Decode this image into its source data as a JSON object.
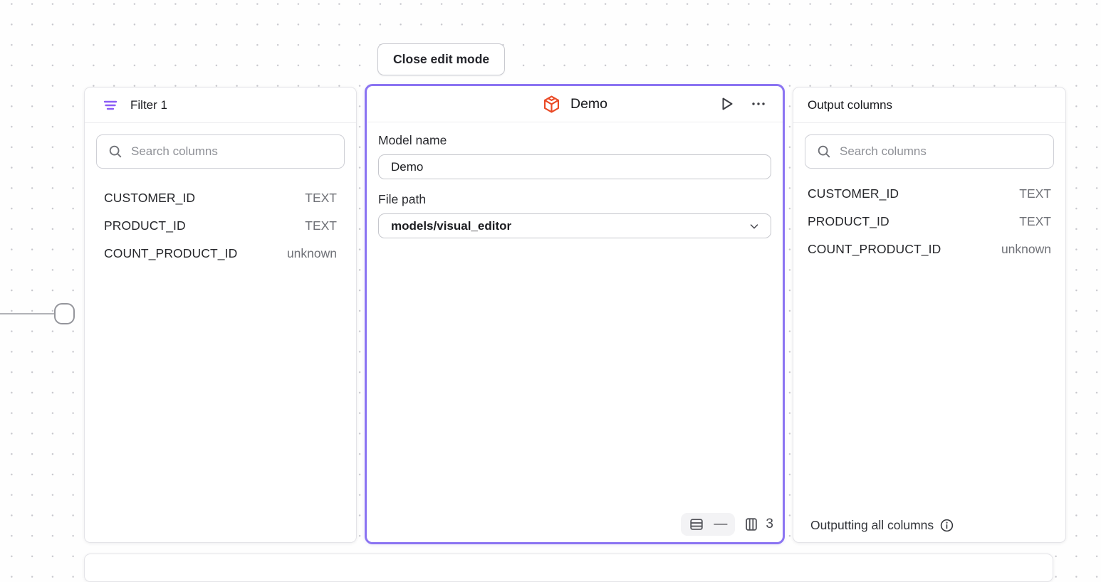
{
  "canvas": {
    "close_button_label": "Close edit mode"
  },
  "filter_panel": {
    "title": "Filter 1",
    "search_placeholder": "Search columns",
    "columns": [
      {
        "name": "CUSTOMER_ID",
        "type": "TEXT"
      },
      {
        "name": "PRODUCT_ID",
        "type": "TEXT"
      },
      {
        "name": "COUNT_PRODUCT_ID",
        "type": "unknown"
      }
    ]
  },
  "model_panel": {
    "title": "Demo",
    "model_name_label": "Model name",
    "model_name_value": "Demo",
    "file_path_label": "File path",
    "file_path_value": "models/visual_editor",
    "row_count": "—",
    "column_count": "3"
  },
  "output_panel": {
    "title": "Output columns",
    "search_placeholder": "Search columns",
    "columns": [
      {
        "name": "CUSTOMER_ID",
        "type": "TEXT"
      },
      {
        "name": "PRODUCT_ID",
        "type": "TEXT"
      },
      {
        "name": "COUNT_PRODUCT_ID",
        "type": "unknown"
      }
    ],
    "footer_text": "Outputting all columns"
  },
  "icons": {
    "filter": "filter-lines",
    "search": "magnifier",
    "model": "package-cube",
    "run": "play-triangle",
    "menu": "ellipsis",
    "dropdown": "chevron-down",
    "rows": "table-rows",
    "columns": "table-columns",
    "info": "circled-i"
  },
  "colors": {
    "accent_purple": "#8b74f2",
    "filter_icon_purple": "#8b5cf6",
    "cube_icon_orange": "#ea4a26",
    "type_text_gray": "#6f7177"
  }
}
